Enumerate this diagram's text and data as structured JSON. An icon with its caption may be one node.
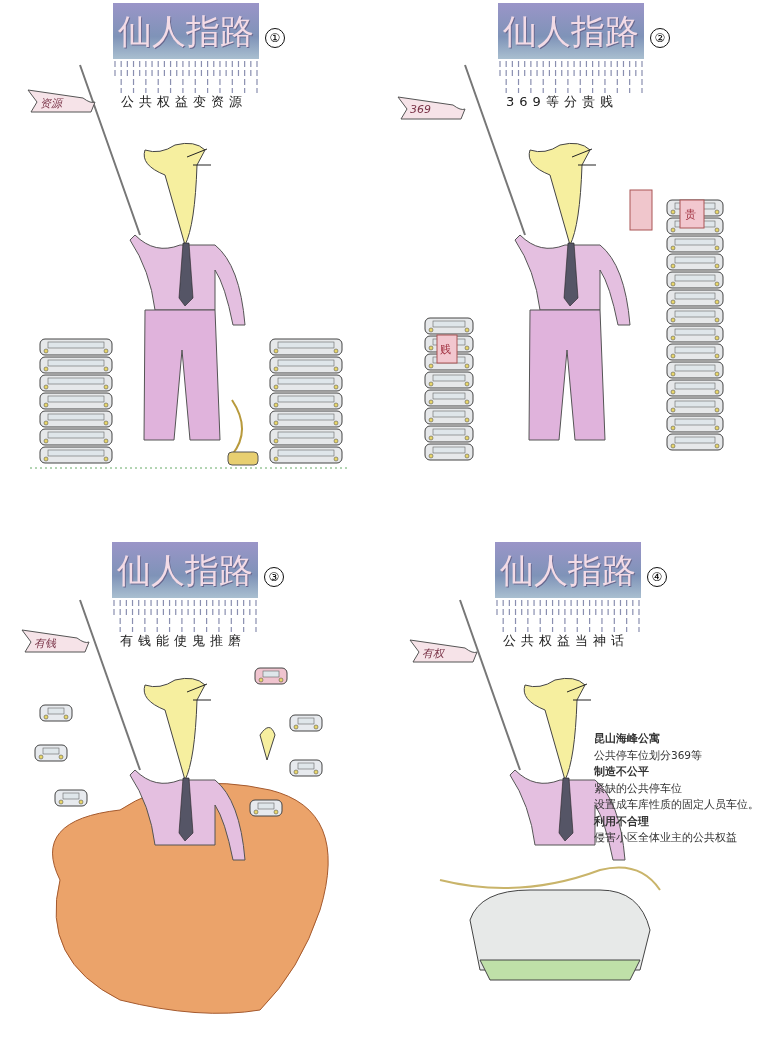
{
  "diagram": {
    "labels": [
      "仙人指路",
      "①",
      "公共权益变资源",
      "资源",
      "仙人指路",
      "②",
      "369等分贵贱",
      "369",
      "贱",
      "贵",
      "仙人指路",
      "③",
      "有钱能使鬼推磨",
      "有钱",
      "仙人指路",
      "④",
      "公共权益当神话",
      "有权",
      "昆山海峰公寓",
      "公共停车位划分369等",
      "制造不公平",
      "紧缺的公共停车位",
      "设置成车库性质的固定人员车位。",
      "利用不合理",
      "侵害小区全体业主的公共权益"
    ]
  }
}
